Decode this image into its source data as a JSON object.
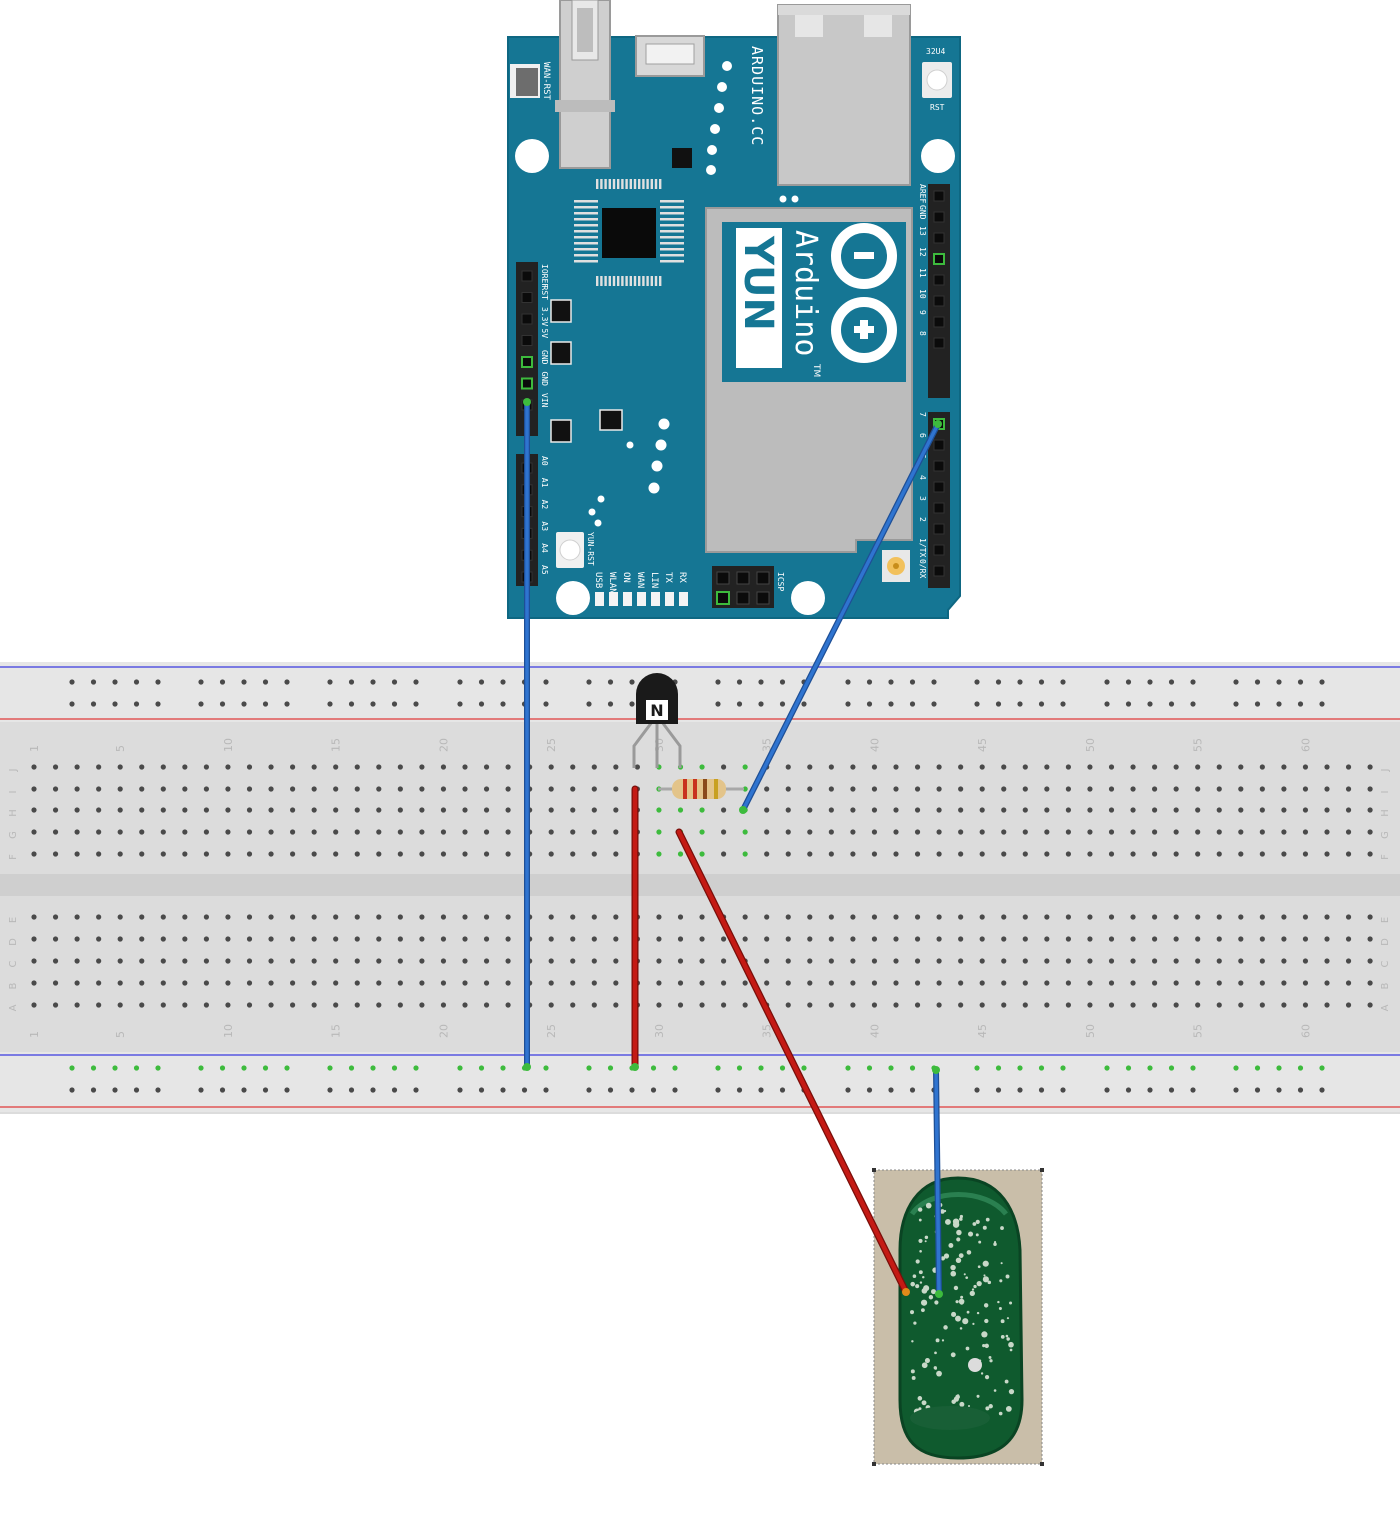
{
  "colors": {
    "board": "#157694",
    "board_edge": "#0e6782",
    "breadboard": "#dcdcdc",
    "breadboard_rail": "#e6e6e6",
    "hole": "#4a4a4a",
    "hole_active": "#3dbb3d",
    "rail_blue": "#3a3ae0",
    "rail_red": "#e03a3a",
    "wire_blue": "#2f74d0",
    "wire_red": "#c41a14",
    "pcb_green": "#0f5a2e",
    "remote_bg": "#c9bea9"
  },
  "arduino": {
    "brand": "Arduino",
    "model": "YUN",
    "tm": "TM",
    "website": "ARDUINO.CC",
    "chip_label": "32U4",
    "rst_label": "RST",
    "wan_rst_label": "WAN-RST",
    "yun_rst_label": "YUN-RST",
    "icsp_label": "ICSP",
    "power_header": [
      "IOREF",
      "RST",
      "3.3V",
      "5V",
      "GND",
      "GND",
      "VIN"
    ],
    "analog_header": [
      "A0",
      "A1",
      "A2",
      "A3",
      "A4",
      "A5"
    ],
    "digital_header_top": [
      "AREF",
      "GND",
      "13",
      "12",
      "11",
      "10",
      "9",
      "8"
    ],
    "digital_header_bottom": [
      "7",
      "6",
      "5",
      "4",
      "3",
      "2",
      "1/TX",
      "0/RX"
    ],
    "led_labels": [
      "RX",
      "TX",
      "LIN",
      "WAN",
      "ON",
      "WLAN",
      "USB"
    ]
  },
  "breadboard": {
    "column_labels": [
      "1",
      "5",
      "10",
      "15",
      "20",
      "25",
      "30",
      "35",
      "40",
      "45",
      "50",
      "55",
      "60"
    ],
    "top_row_labels": [
      "J",
      "I",
      "H",
      "G",
      "F"
    ],
    "bottom_row_labels": [
      "E",
      "D",
      "C",
      "B",
      "A"
    ]
  },
  "transistor": {
    "label": "N"
  },
  "wires": [
    {
      "name": "blue-wire-gnd",
      "color": "blue"
    },
    {
      "name": "blue-wire-pin7",
      "color": "blue"
    },
    {
      "name": "red-wire-rail",
      "color": "red"
    },
    {
      "name": "red-wire-remote",
      "color": "red"
    },
    {
      "name": "blue-wire-remote",
      "color": "blue"
    }
  ]
}
